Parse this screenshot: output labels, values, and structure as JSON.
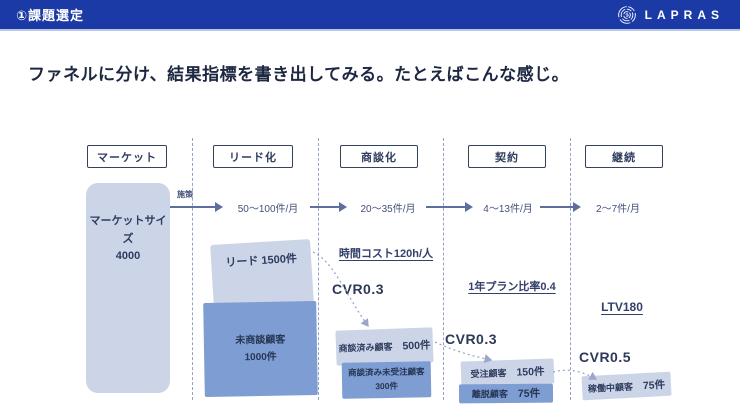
{
  "header": {
    "title": "①課題選定",
    "brand": "LAPRAS"
  },
  "slide": {
    "title": "ファネルに分け、結果指標を書き出してみる。たとえばこんな感じ。"
  },
  "colors": {
    "header_bg": "#1b3aa6",
    "navy_text": "#2e3c5e",
    "light_box": "#ccd5e8",
    "blue_box": "#7e9dd2",
    "arrow": "#5f6f9d",
    "dashed_line": "#93a3c8"
  },
  "stages": [
    {
      "label": "マーケット"
    },
    {
      "label": "リード化"
    },
    {
      "label": "商談化"
    },
    {
      "label": "契約"
    },
    {
      "label": "継続"
    }
  ],
  "flows": [
    {
      "note": "施策",
      "rate": "50〜100件/月"
    },
    {
      "rate": "20〜35件/月"
    },
    {
      "rate": "4〜13件/月"
    },
    {
      "rate": "2〜7件/月"
    }
  ],
  "market": {
    "box_line1": "マーケットサイズ",
    "box_line2": "4000"
  },
  "lead": {
    "light_box": "リード 1500件",
    "blue_line1": "未商談顧客",
    "blue_line2": "1000件"
  },
  "deal": {
    "metric": "時間コスト120h/人",
    "cvr": "CVR0.3",
    "light_label": "商談済み顧客",
    "light_value": "500件",
    "blue_line1": "商談済み未受注顧客",
    "blue_line2": "300件"
  },
  "contract": {
    "metric": "1年プラン比率0.4",
    "cvr": "CVR0.3",
    "light_label": "受注顧客",
    "light_value": "150件",
    "blue_label": "離脱顧客",
    "blue_value": "75件"
  },
  "retention": {
    "metric": "LTV180",
    "cvr": "CVR0.5",
    "light_label": "稼働中顧客",
    "light_value": "75件"
  }
}
